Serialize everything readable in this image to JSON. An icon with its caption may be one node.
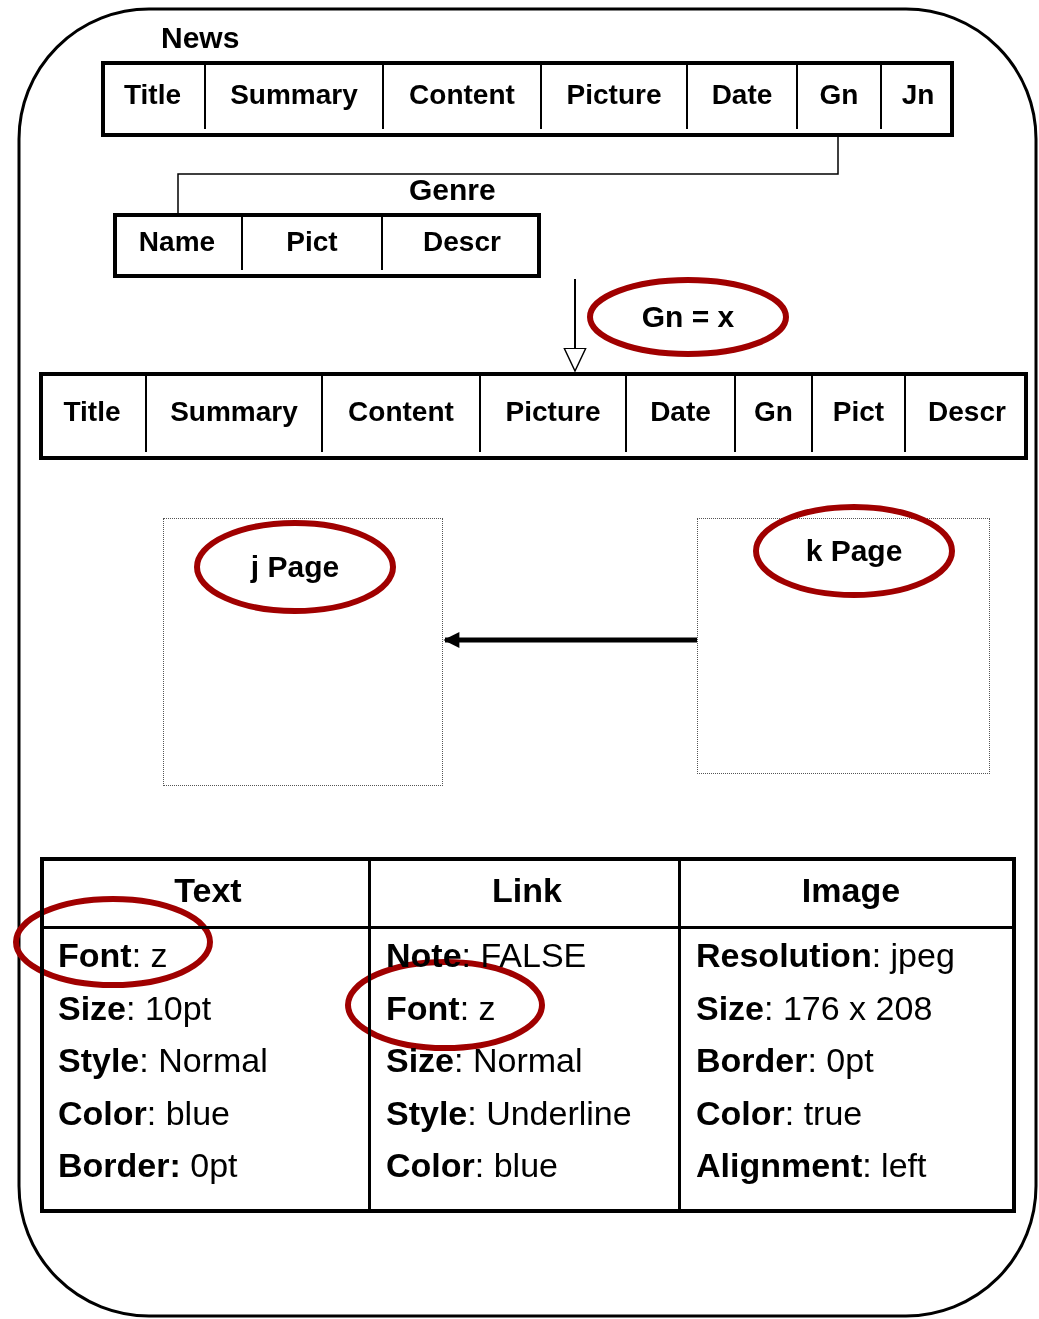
{
  "diagram": {
    "nodes": [
      {
        "text": [
          "News"
        ]
      },
      {
        "text": [
          "Title"
        ],
        "in": 0
      },
      {
        "text": [
          "Summary"
        ],
        "in": 0
      },
      {
        "text": [
          "Content"
        ],
        "in": 0
      },
      {
        "text": [
          "Picture"
        ],
        "in": 0
      },
      {
        "text": [
          "Date"
        ],
        "in": 0
      },
      {
        "text": [
          "Gn"
        ],
        "in": 0
      },
      {
        "text": [
          "Jn"
        ],
        "in": 0
      },
      {
        "text": [
          "Genre"
        ]
      },
      {
        "text": [
          "Name"
        ],
        "in": 8
      },
      {
        "text": [
          "Pict"
        ],
        "in": 8
      },
      {
        "text": [
          "Descr"
        ],
        "in": 8
      },
      {
        "text": [
          "Gn = x"
        ]
      },
      {
        "text": [],
        "shape": "box"
      },
      {
        "text": [
          "Title"
        ],
        "in": 13
      },
      {
        "text": [
          "Summary"
        ],
        "in": 13
      },
      {
        "text": [
          "Content"
        ],
        "in": 13
      },
      {
        "text": [
          "Picture"
        ],
        "in": 13
      },
      {
        "text": [
          "Date"
        ],
        "in": 13
      },
      {
        "text": [
          "Gn"
        ],
        "in": 13
      },
      {
        "text": [
          "Pict"
        ],
        "in": 13
      },
      {
        "text": [
          "Descr"
        ],
        "in": 13
      },
      {
        "text": [],
        "shape": "box"
      },
      {
        "text": [
          "j Page"
        ],
        "in": 22
      },
      {
        "text": [],
        "shape": "box"
      },
      {
        "text": [
          "k Page"
        ],
        "in": 24
      },
      {
        "text": [],
        "shape": "ellipse"
      },
      {
        "text": [],
        "shape": "ellipse"
      }
    ],
    "edges": [
      {
        "from": 6,
        "to": 8,
        "arrow": "none"
      },
      {
        "from": 8,
        "to": 13,
        "arrow": "to"
      },
      {
        "from": 24,
        "to": 22,
        "arrow": "to",
        "style": "thick"
      }
    ],
    "labels": [
      "Text",
      "Link",
      "Image",
      "**Font**: z",
      "**Note**: FALSE",
      "**Resolution**: jpeg",
      "**Size**: 10pt",
      "**Font**: z",
      "**Size**: 176 x 208",
      "**Style**: Normal",
      "**Size**: Normal",
      "**Border**: 0pt",
      "**Color**: blue",
      "**Style**: Underline",
      "**Color**: true",
      "**Border:** 0pt",
      "**Color**: blue",
      "**Alignment**: left"
    ]
  }
}
